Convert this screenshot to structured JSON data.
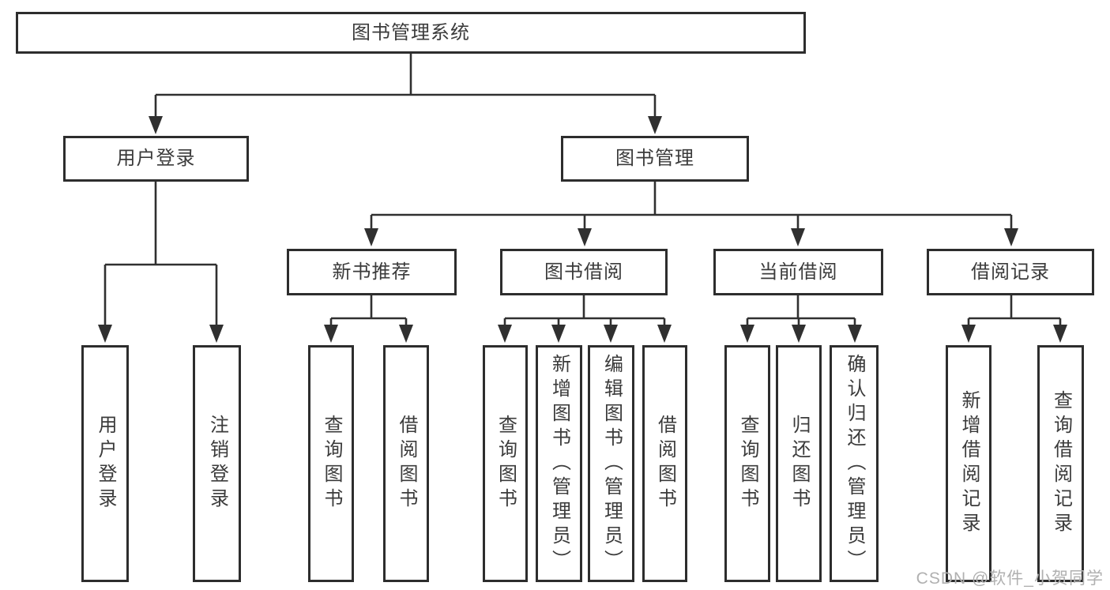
{
  "nodes": {
    "root": {
      "label": "图书管理系统"
    },
    "level2": [
      {
        "label": "用户登录"
      },
      {
        "label": "图书管理"
      }
    ],
    "level3": [
      {
        "label": "新书推荐",
        "parent": "图书管理"
      },
      {
        "label": "图书借阅",
        "parent": "图书管理"
      },
      {
        "label": "当前借阅",
        "parent": "图书管理"
      },
      {
        "label": "借阅记录",
        "parent": "图书管理"
      }
    ],
    "leaves": [
      {
        "label": "用户登录",
        "parent": "用户登录"
      },
      {
        "label": "注销登录",
        "parent": "用户登录"
      },
      {
        "label": "查询图书",
        "parent": "新书推荐"
      },
      {
        "label": "借阅图书",
        "parent": "新书推荐"
      },
      {
        "label": "查询图书",
        "parent": "图书借阅"
      },
      {
        "label": "新增图书（管理员）",
        "parent": "图书借阅"
      },
      {
        "label": "编辑图书（管理员）",
        "parent": "图书借阅"
      },
      {
        "label": "借阅图书",
        "parent": "图书借阅"
      },
      {
        "label": "查询图书",
        "parent": "当前借阅"
      },
      {
        "label": "归还图书",
        "parent": "当前借阅"
      },
      {
        "label": "确认归还（管理员）",
        "parent": "当前借阅"
      },
      {
        "label": "新增借阅记录",
        "parent": "借阅记录"
      },
      {
        "label": "查询借阅记录",
        "parent": "借阅记录"
      }
    ]
  },
  "watermark": {
    "text": "CSDN @软件_小贺同学"
  },
  "colors": {
    "line": "#303030",
    "box_border": "#2d2d2d",
    "text": "#3b3b3b",
    "background": "#ffffff",
    "watermark": "#b0b0b0"
  }
}
